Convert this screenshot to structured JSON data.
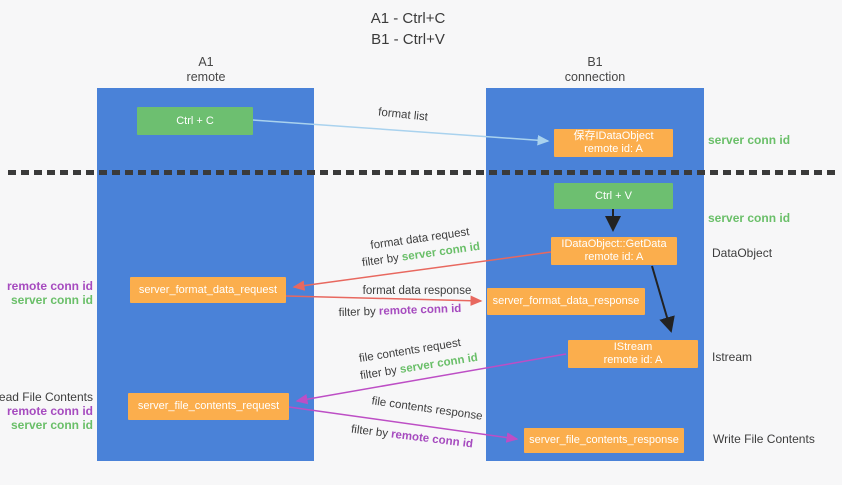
{
  "title": {
    "line1": "A1 - Ctrl+C",
    "line2": "B1 - Ctrl+V"
  },
  "columns": {
    "left": {
      "name": "A1",
      "subtitle": "remote"
    },
    "right": {
      "name": "B1",
      "subtitle": "connection"
    }
  },
  "nodes": {
    "ctrl_c": "Ctrl + C",
    "save_idataobject_line1": "保存IDataObject",
    "save_idataobject_line2": "remote id: A",
    "ctrl_v": "Ctrl + V",
    "getdata_line1": "IDataObject::GetData",
    "getdata_line2": "remote id: A",
    "format_request": "server_format_data_request",
    "format_response": "server_format_data_response",
    "istream_line1": "IStream",
    "istream_line2": "remote id: A",
    "file_request": "server_file_contents_request",
    "file_response": "server_file_contents_response"
  },
  "arrow_labels": {
    "format_list": "format list",
    "format_data_request": "format data request",
    "format_data_response": "format data response",
    "file_contents_request": "file contents request",
    "file_contents_response": "file contents response"
  },
  "terms": {
    "filter_by": "filter by ",
    "server_conn_id": "server conn id",
    "remote_conn_id": "remote conn id"
  },
  "side_labels": {
    "server_conn_id_top": "server conn id",
    "server_conn_id_mid": "server conn id",
    "dataobject": "DataObject",
    "istream": "Istream",
    "write_file_contents": "Write File Contents",
    "read_file_contents": "Read File Contents"
  },
  "colors": {
    "lifeline_blue": "#4a82d8",
    "box_green": "#6dbf70",
    "box_orange": "#fbae4d",
    "arrow_lightblue": "#a9d2ee",
    "arrow_red": "#e8685f",
    "arrow_magenta": "#bd4ec5",
    "arrow_black": "#222222",
    "text_green": "#6abf69",
    "text_purple": "#a64bbf"
  }
}
